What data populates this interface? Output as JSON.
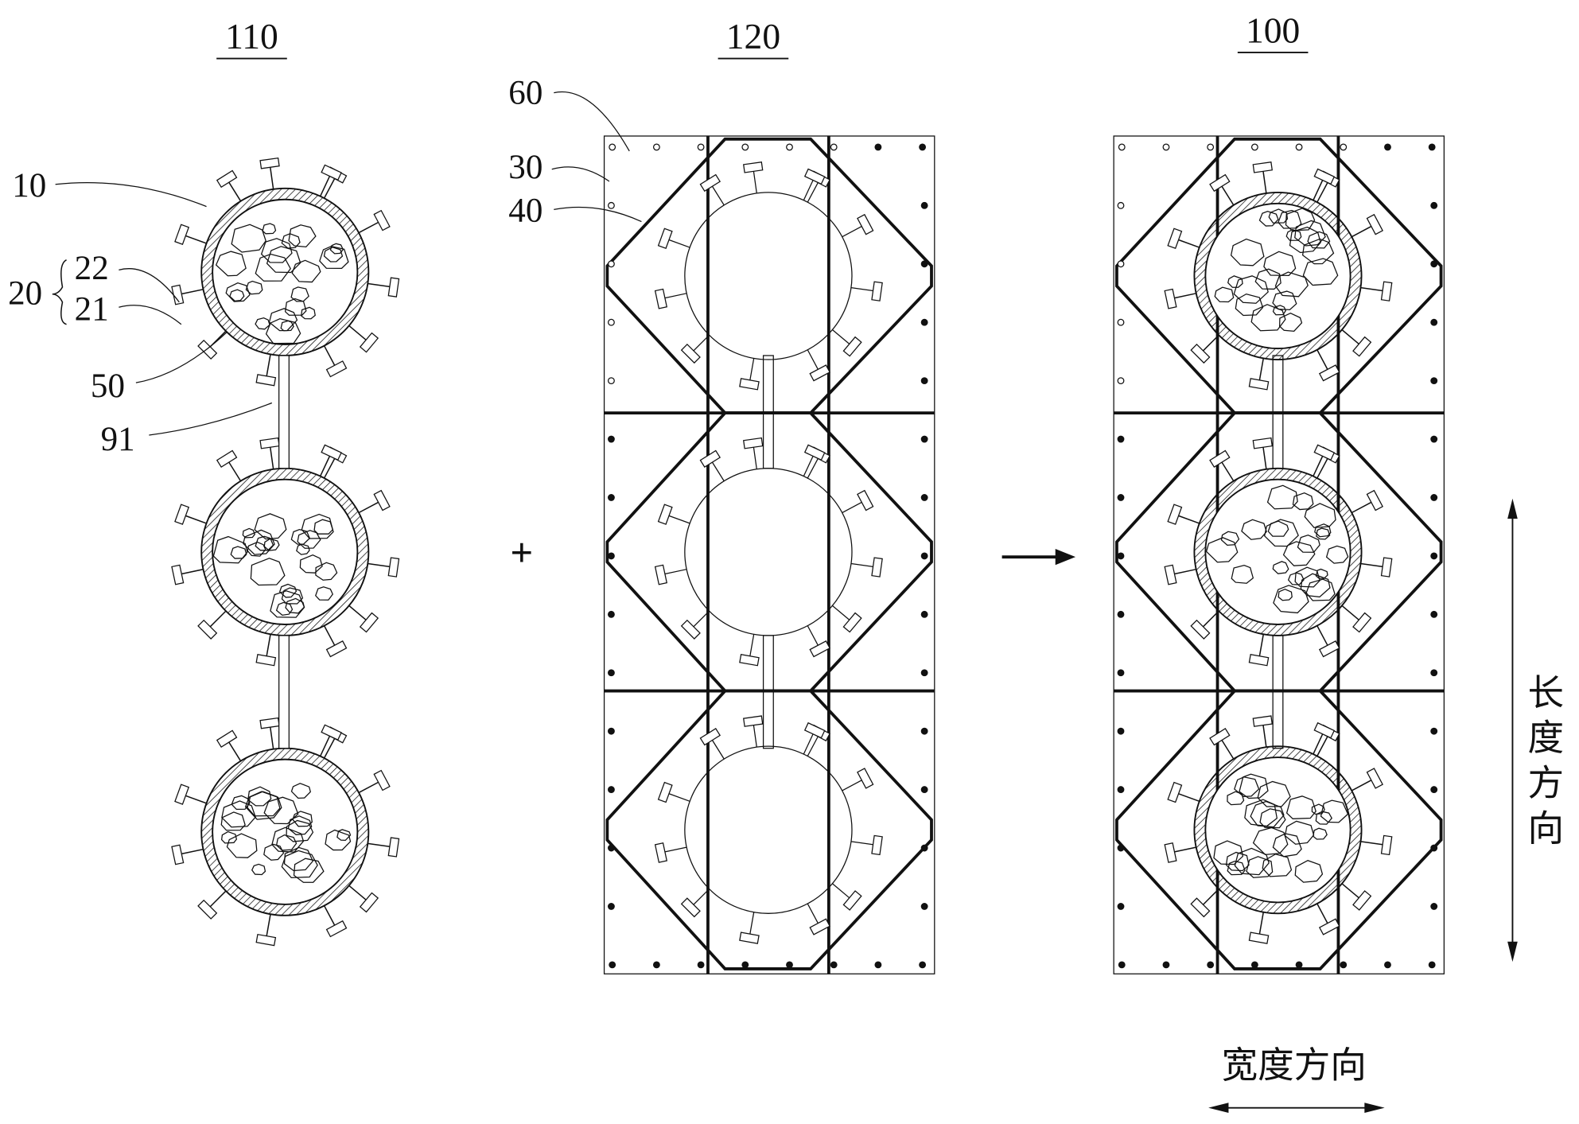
{
  "figure_labels": {
    "assembly_110": "110",
    "assembly_120": "120",
    "assembly_100": "100"
  },
  "reference_numerals": {
    "n10": "10",
    "n20": "20",
    "n22": "22",
    "n21": "21",
    "n50": "50",
    "n91": "91",
    "n60": "60",
    "n30": "30",
    "n40": "40"
  },
  "operators": {
    "plus": "+",
    "arrow": "→"
  },
  "directions": {
    "length": [
      "长",
      "度",
      "方",
      "向"
    ],
    "width": "宽度方向"
  },
  "colors": {
    "ink": "#111111",
    "background": "#ffffff"
  }
}
